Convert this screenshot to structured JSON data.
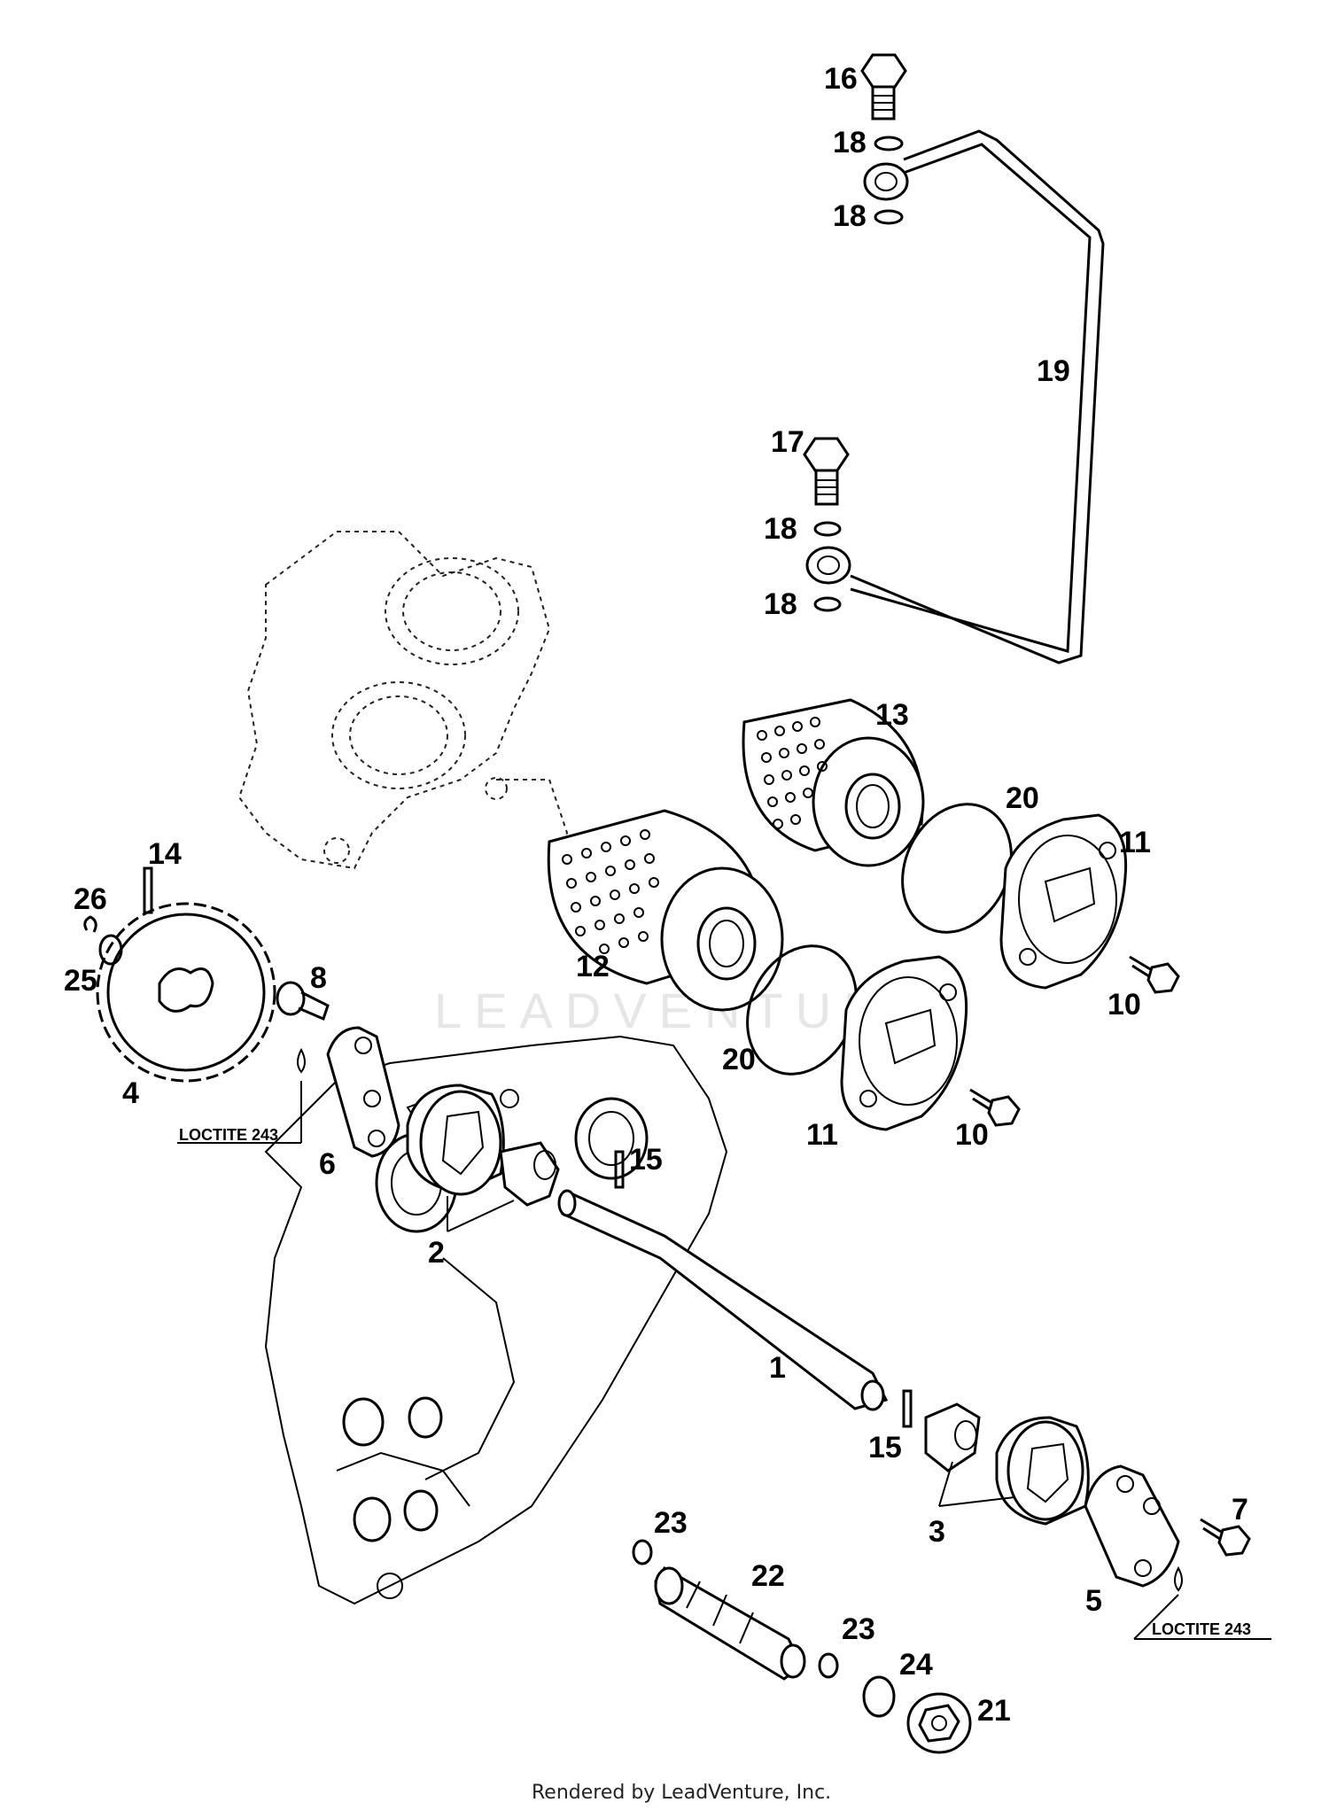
{
  "watermark": "LEADVENTURE",
  "footer": "Rendered by LeadVenture, Inc.",
  "notes": {
    "loctite_left": "LOCTITE 243",
    "loctite_right": "LOCTITE 243"
  },
  "callouts": {
    "c1": "1",
    "c2": "2",
    "c3": "3",
    "c4": "4",
    "c5": "5",
    "c6": "6",
    "c7": "7",
    "c8": "8",
    "c10a": "10",
    "c10b": "10",
    "c11a": "11",
    "c11b": "11",
    "c12": "12",
    "c13": "13",
    "c14": "14",
    "c15a": "15",
    "c15b": "15",
    "c16": "16",
    "c17": "17",
    "c18a": "18",
    "c18b": "18",
    "c18c": "18",
    "c18d": "18",
    "c19": "19",
    "c20a": "20",
    "c20b": "20",
    "c21": "21",
    "c22": "22",
    "c23a": "23",
    "c23b": "23",
    "c24": "24",
    "c25": "25",
    "c26": "26"
  }
}
